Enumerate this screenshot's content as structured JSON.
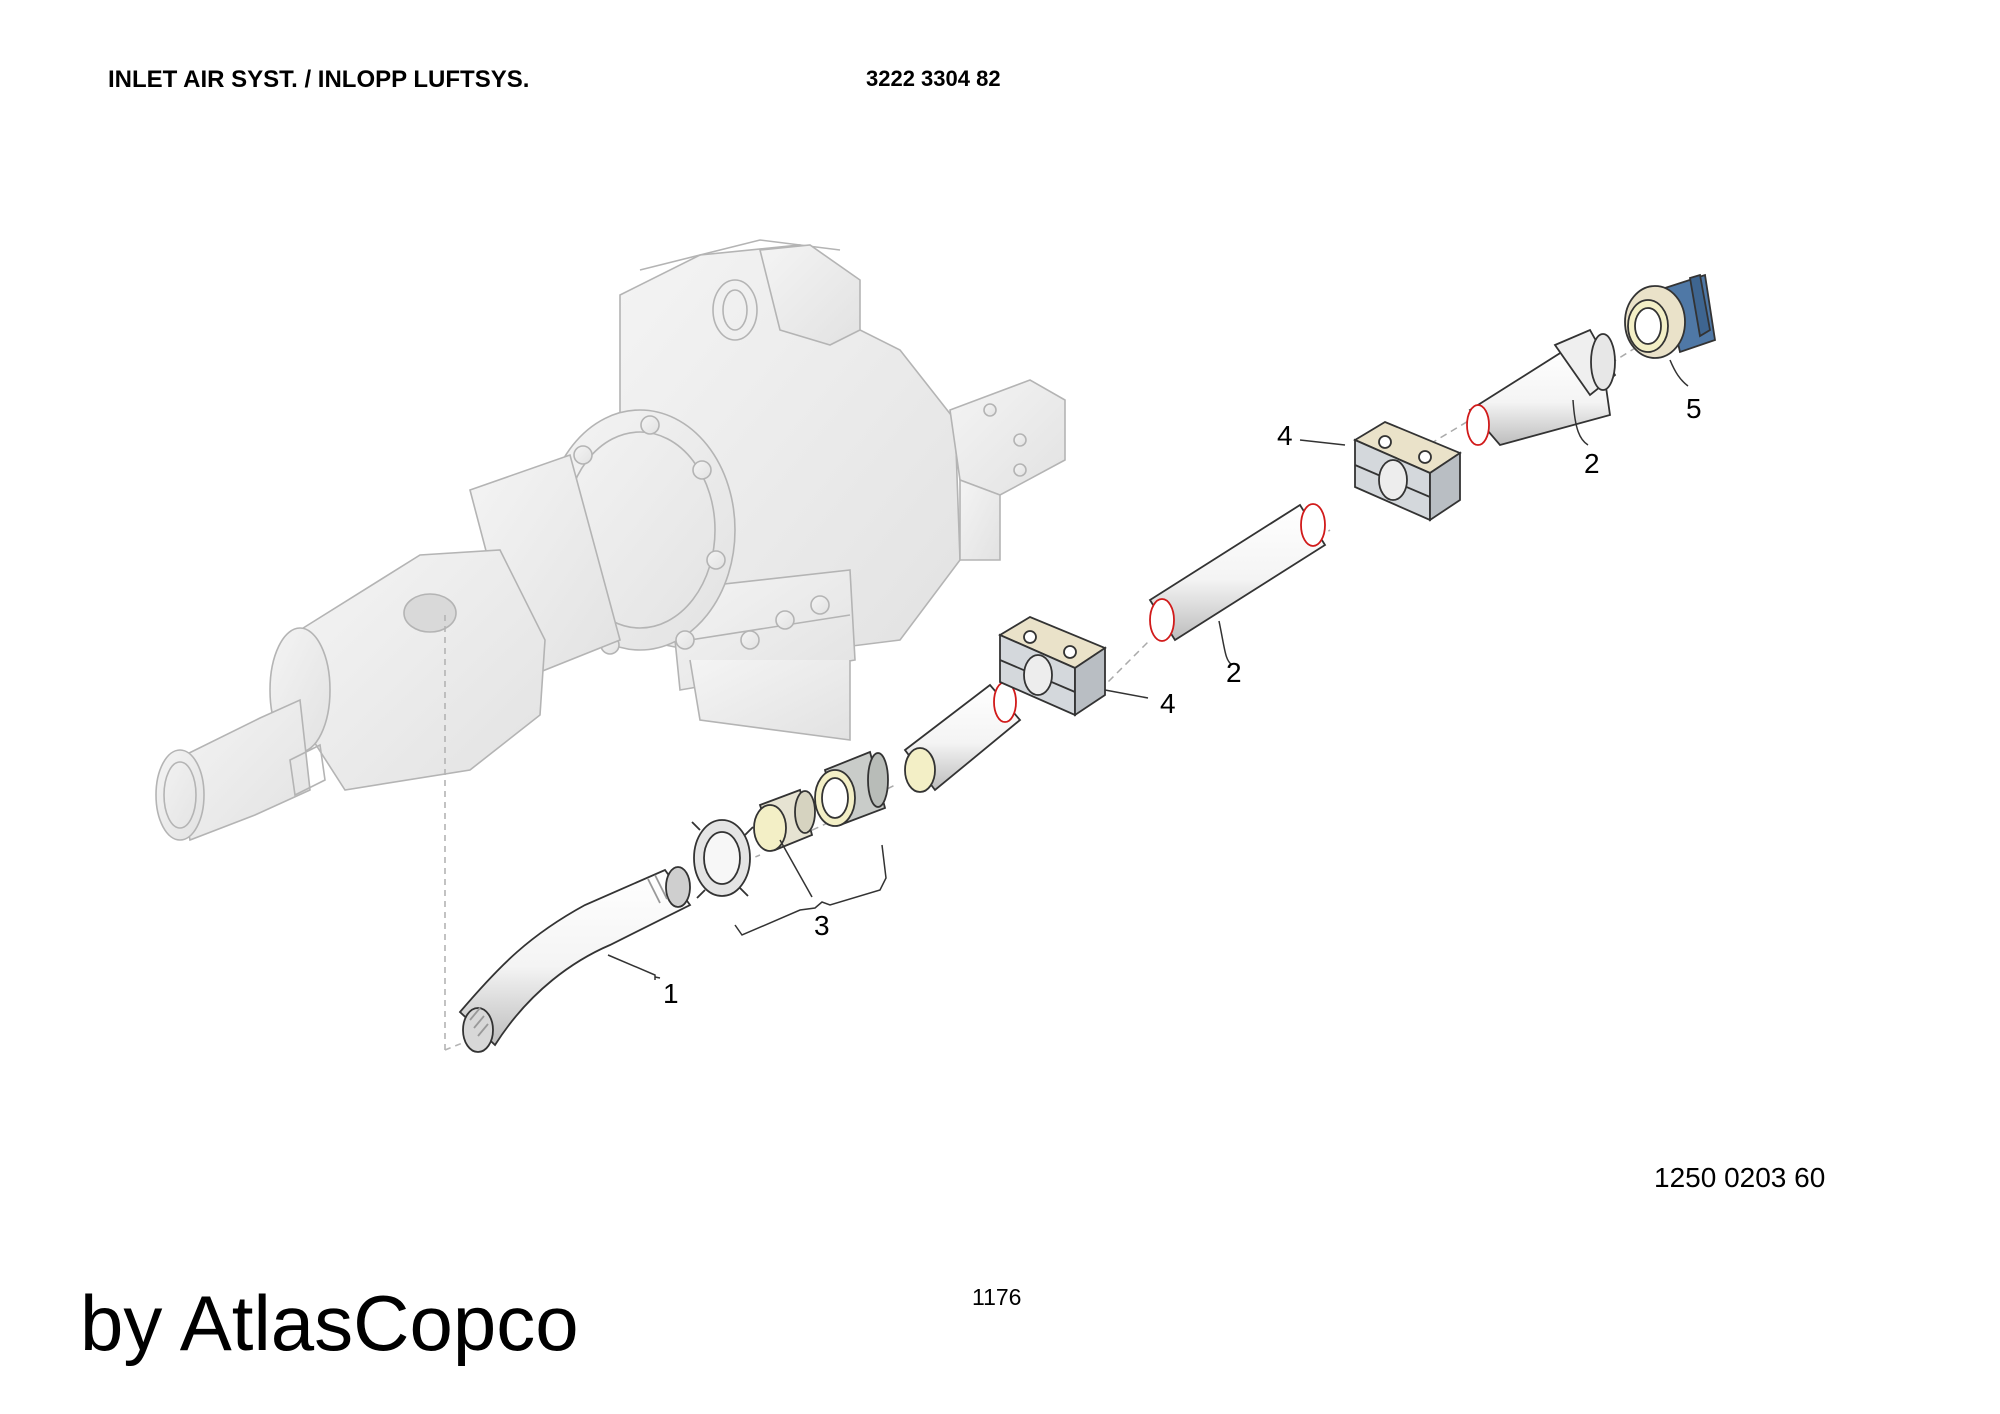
{
  "header": {
    "title": "INLET AIR SYST. / INLOPP LUFTSYS.",
    "part_number": "3222 3304 82"
  },
  "callouts": {
    "item1": "1",
    "item2a": "2",
    "item2b": "2",
    "item3": "3",
    "item4a": "4",
    "item4b": "4",
    "item5": "5"
  },
  "footer": {
    "drawing_number": "1250 0203 60",
    "page_number": "1176",
    "brand": "by AtlasCopco"
  },
  "colors": {
    "ghost_line": "#b4b4b4",
    "ghost_fill": "#ececec",
    "part_line": "#333333",
    "part_fill": "#f2f2f2",
    "clamp_top": "#eae2c9",
    "clamp_body": "#d4d8dc",
    "fitting_cream": "#f3efc6",
    "pipe_edge_red": "#d11a1a",
    "valve_blue": "#4f78a6"
  }
}
